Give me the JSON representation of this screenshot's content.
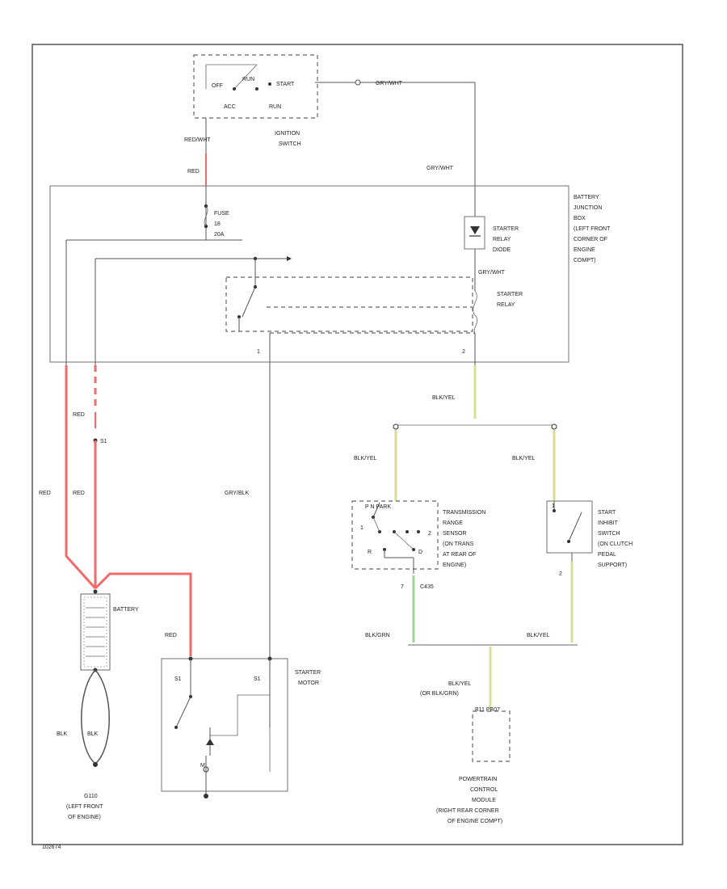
{
  "ignition_switch": {
    "title_line1": "IGNITION",
    "title_line2": "SWITCH",
    "pos_off": "OFF",
    "pos_run": "RUN",
    "pos_start": "START",
    "pos_acc": "ACC",
    "pos_run2": "RUN",
    "wire_out": "GRY/WHT",
    "wire_in": "RED/WHT",
    "wire_red": "RED"
  },
  "junction_box": {
    "line1": "BATTERY",
    "line2": "JUNCTION",
    "line3": "BOX",
    "line4": "(LEFT FRONT",
    "line5": "CORNER OF",
    "line6": "ENGINE",
    "line7": "COMPT)",
    "fuse_line1": "FUSE",
    "fuse_line2": "18",
    "fuse_line3": "20A",
    "diode_line1": "STARTER",
    "diode_line2": "RELAY",
    "diode_line3": "DIODE",
    "relay_line1": "STARTER",
    "relay_line2": "RELAY",
    "wire_gry_wht_top": "GRY/WHT",
    "wire_gry_wht_relay": "GRY/WHT",
    "pin1": "1",
    "pin2": "2"
  },
  "wires": {
    "red_left": "RED",
    "red_mid": "RED",
    "red_upper": "RED",
    "s1": "S1",
    "red_to_starter": "RED",
    "gry_blk": "GRY/BLK",
    "blk_yel_top": "BLK/YEL",
    "blk_yel_left": "BLK/YEL",
    "blk_yel_right": "BLK/YEL",
    "blk_grn": "BLK/GRN",
    "blk_yel_bottom_right": "BLK/YEL",
    "blk_yel_pcm_line1": "BLK/YEL",
    "blk_yel_pcm_line2": "(OR BLK/GRN)",
    "blk_left": "BLK",
    "blk_right": "BLK",
    "c435": "C435",
    "pin7": "7",
    "pin2_inhibit": "2"
  },
  "battery": {
    "label": "BATTERY"
  },
  "ground": {
    "line1": "G110",
    "line2": "(LEFT FRONT",
    "line3": "OF ENGINE)"
  },
  "starter_motor": {
    "line1": "STARTER",
    "line2": "MOTOR",
    "term_s1": "S1",
    "term_s1b": "S1",
    "term_m": "M"
  },
  "range_sensor": {
    "header": "P N PARK",
    "line1": "TRANSMISSION",
    "line2": "RANGE",
    "line3": "SENSOR",
    "line4": "(ON TRANS",
    "line5": "AT REAR OF",
    "line6": "ENGINE)",
    "pos_r": "R",
    "pos_d": "D",
    "pos_1": "1",
    "pos_2": "2"
  },
  "inhibit_switch": {
    "line1": "START",
    "line2": "INHIBIT",
    "line3": "SWITCH",
    "line4": "(ON CLUTCH",
    "line5": "PEDAL",
    "line6": "SUPPORT)",
    "pin": "1"
  },
  "pcm": {
    "pins": "B11  PB07",
    "line1": "POWERTRAIN",
    "line2": "CONTROL",
    "line3": "MODULE",
    "line4": "(RIGHT REAR CORNER",
    "line5": "OF ENGINE COMPT)"
  },
  "footer": {
    "code": "102674"
  }
}
